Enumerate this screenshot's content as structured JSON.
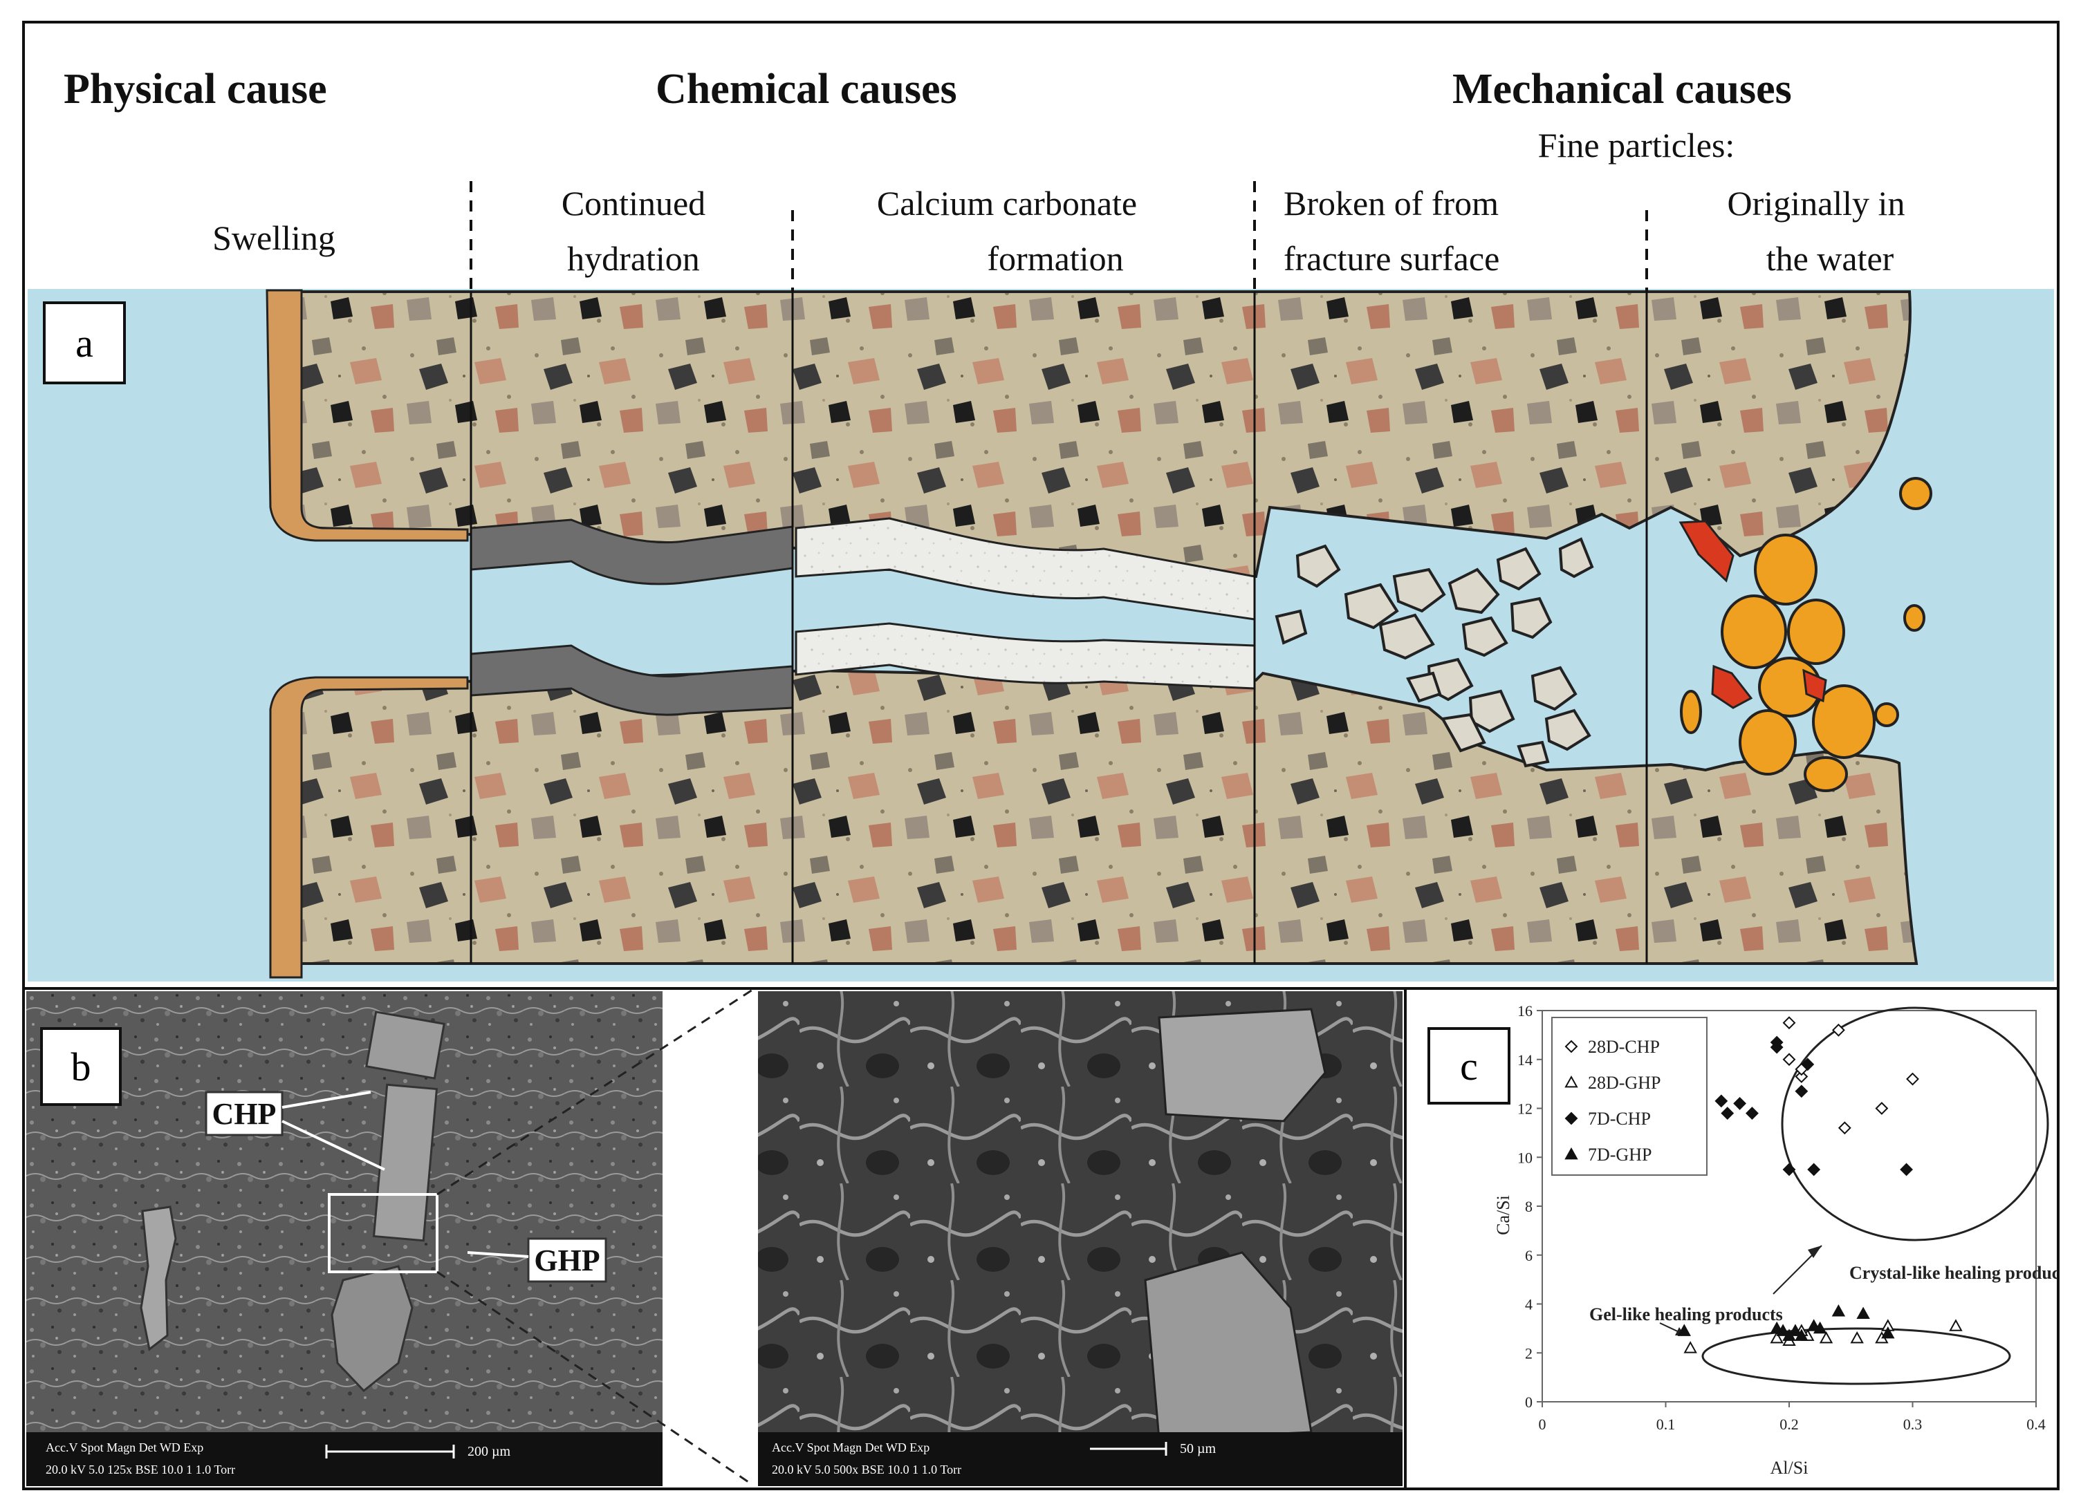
{
  "panel_a": {
    "tag": "a",
    "headers": {
      "physical": "Physical cause",
      "chemical": "Chemical causes",
      "mechanical": "Mechanical causes"
    },
    "fine_particles": "Fine particles:",
    "columns": {
      "swelling": "Swelling",
      "continued_line1": "Continued",
      "continued_line2": "hydration",
      "calcium_line1": "Calcium carbonate",
      "calcium_line2": "formation",
      "broken_line1": "Broken of from",
      "broken_line2": "fracture surface",
      "original_line1": "Originally in",
      "original_line2": "the water"
    },
    "colors": {
      "water": "#b9dde9",
      "concrete": "#c9bea1",
      "hydration": "#6f6f6f",
      "carbonate": "#eeeeea",
      "swelling": "#d79a5a",
      "particle_orange": "#f0a020",
      "particle_red": "#d93a1f"
    }
  },
  "panel_b": {
    "tag": "b",
    "chp": "CHP",
    "ghp": "GHP",
    "scale_left": "200 µm",
    "scale_right": "50 µm",
    "info_left_1": "Acc.V  Spot Magn    Det  WD  Exp",
    "info_left_2": "20.0 kV 5.0   125x    BSE 10.0  1     1.0 Torr",
    "info_right_1": "Acc.V  Spot Magn    Det  WD  Exp",
    "info_right_2": "20.0 kV 5.0   500x    BSE 10.0  1     1.0 Torr"
  },
  "panel_c": {
    "tag": "c",
    "annotation_crystal": "Crystal-like healing products",
    "annotation_gel": "Gel-like healing products",
    "chart_data": {
      "type": "scatter",
      "xlabel": "Al/Si",
      "ylabel": "Ca/Si",
      "xlim": [
        0,
        0.4
      ],
      "ylim": [
        0,
        16
      ],
      "xticks": [
        0,
        0.1,
        0.2,
        0.3,
        0.4
      ],
      "xtick_labels": [
        "0",
        "0.1",
        "0.2",
        "0.3",
        "0.4"
      ],
      "yticks": [
        0,
        2,
        4,
        6,
        8,
        10,
        12,
        14,
        16
      ],
      "legend_position": "top-left",
      "series": [
        {
          "name": "28D-CHP",
          "marker": "open-diamond",
          "x": [
            0.2,
            0.21,
            0.24,
            0.21,
            0.275,
            0.3,
            0.245,
            0.2
          ],
          "y": [
            15.5,
            13.3,
            15.2,
            13.6,
            12.0,
            13.2,
            11.2,
            14.0
          ]
        },
        {
          "name": "28D-GHP",
          "marker": "open-triangle",
          "x": [
            0.12,
            0.19,
            0.2,
            0.215,
            0.23,
            0.255,
            0.275,
            0.28,
            0.335,
            0.21
          ],
          "y": [
            2.2,
            2.6,
            2.5,
            2.7,
            2.6,
            2.6,
            2.6,
            3.1,
            3.1,
            2.9
          ]
        },
        {
          "name": "7D-CHP",
          "marker": "filled-diamond",
          "x": [
            0.145,
            0.15,
            0.16,
            0.17,
            0.19,
            0.19,
            0.2,
            0.21,
            0.215,
            0.22,
            0.295
          ],
          "y": [
            12.3,
            11.8,
            12.2,
            11.8,
            14.7,
            14.5,
            9.5,
            12.7,
            13.8,
            9.5,
            9.5
          ]
        },
        {
          "name": "7D-GHP",
          "marker": "filled-triangle",
          "x": [
            0.115,
            0.19,
            0.2,
            0.205,
            0.21,
            0.22,
            0.225,
            0.24,
            0.26,
            0.28,
            0.195
          ],
          "y": [
            2.9,
            3.0,
            2.7,
            2.9,
            2.7,
            3.1,
            3.0,
            3.7,
            3.6,
            2.8,
            2.9
          ]
        }
      ]
    }
  }
}
